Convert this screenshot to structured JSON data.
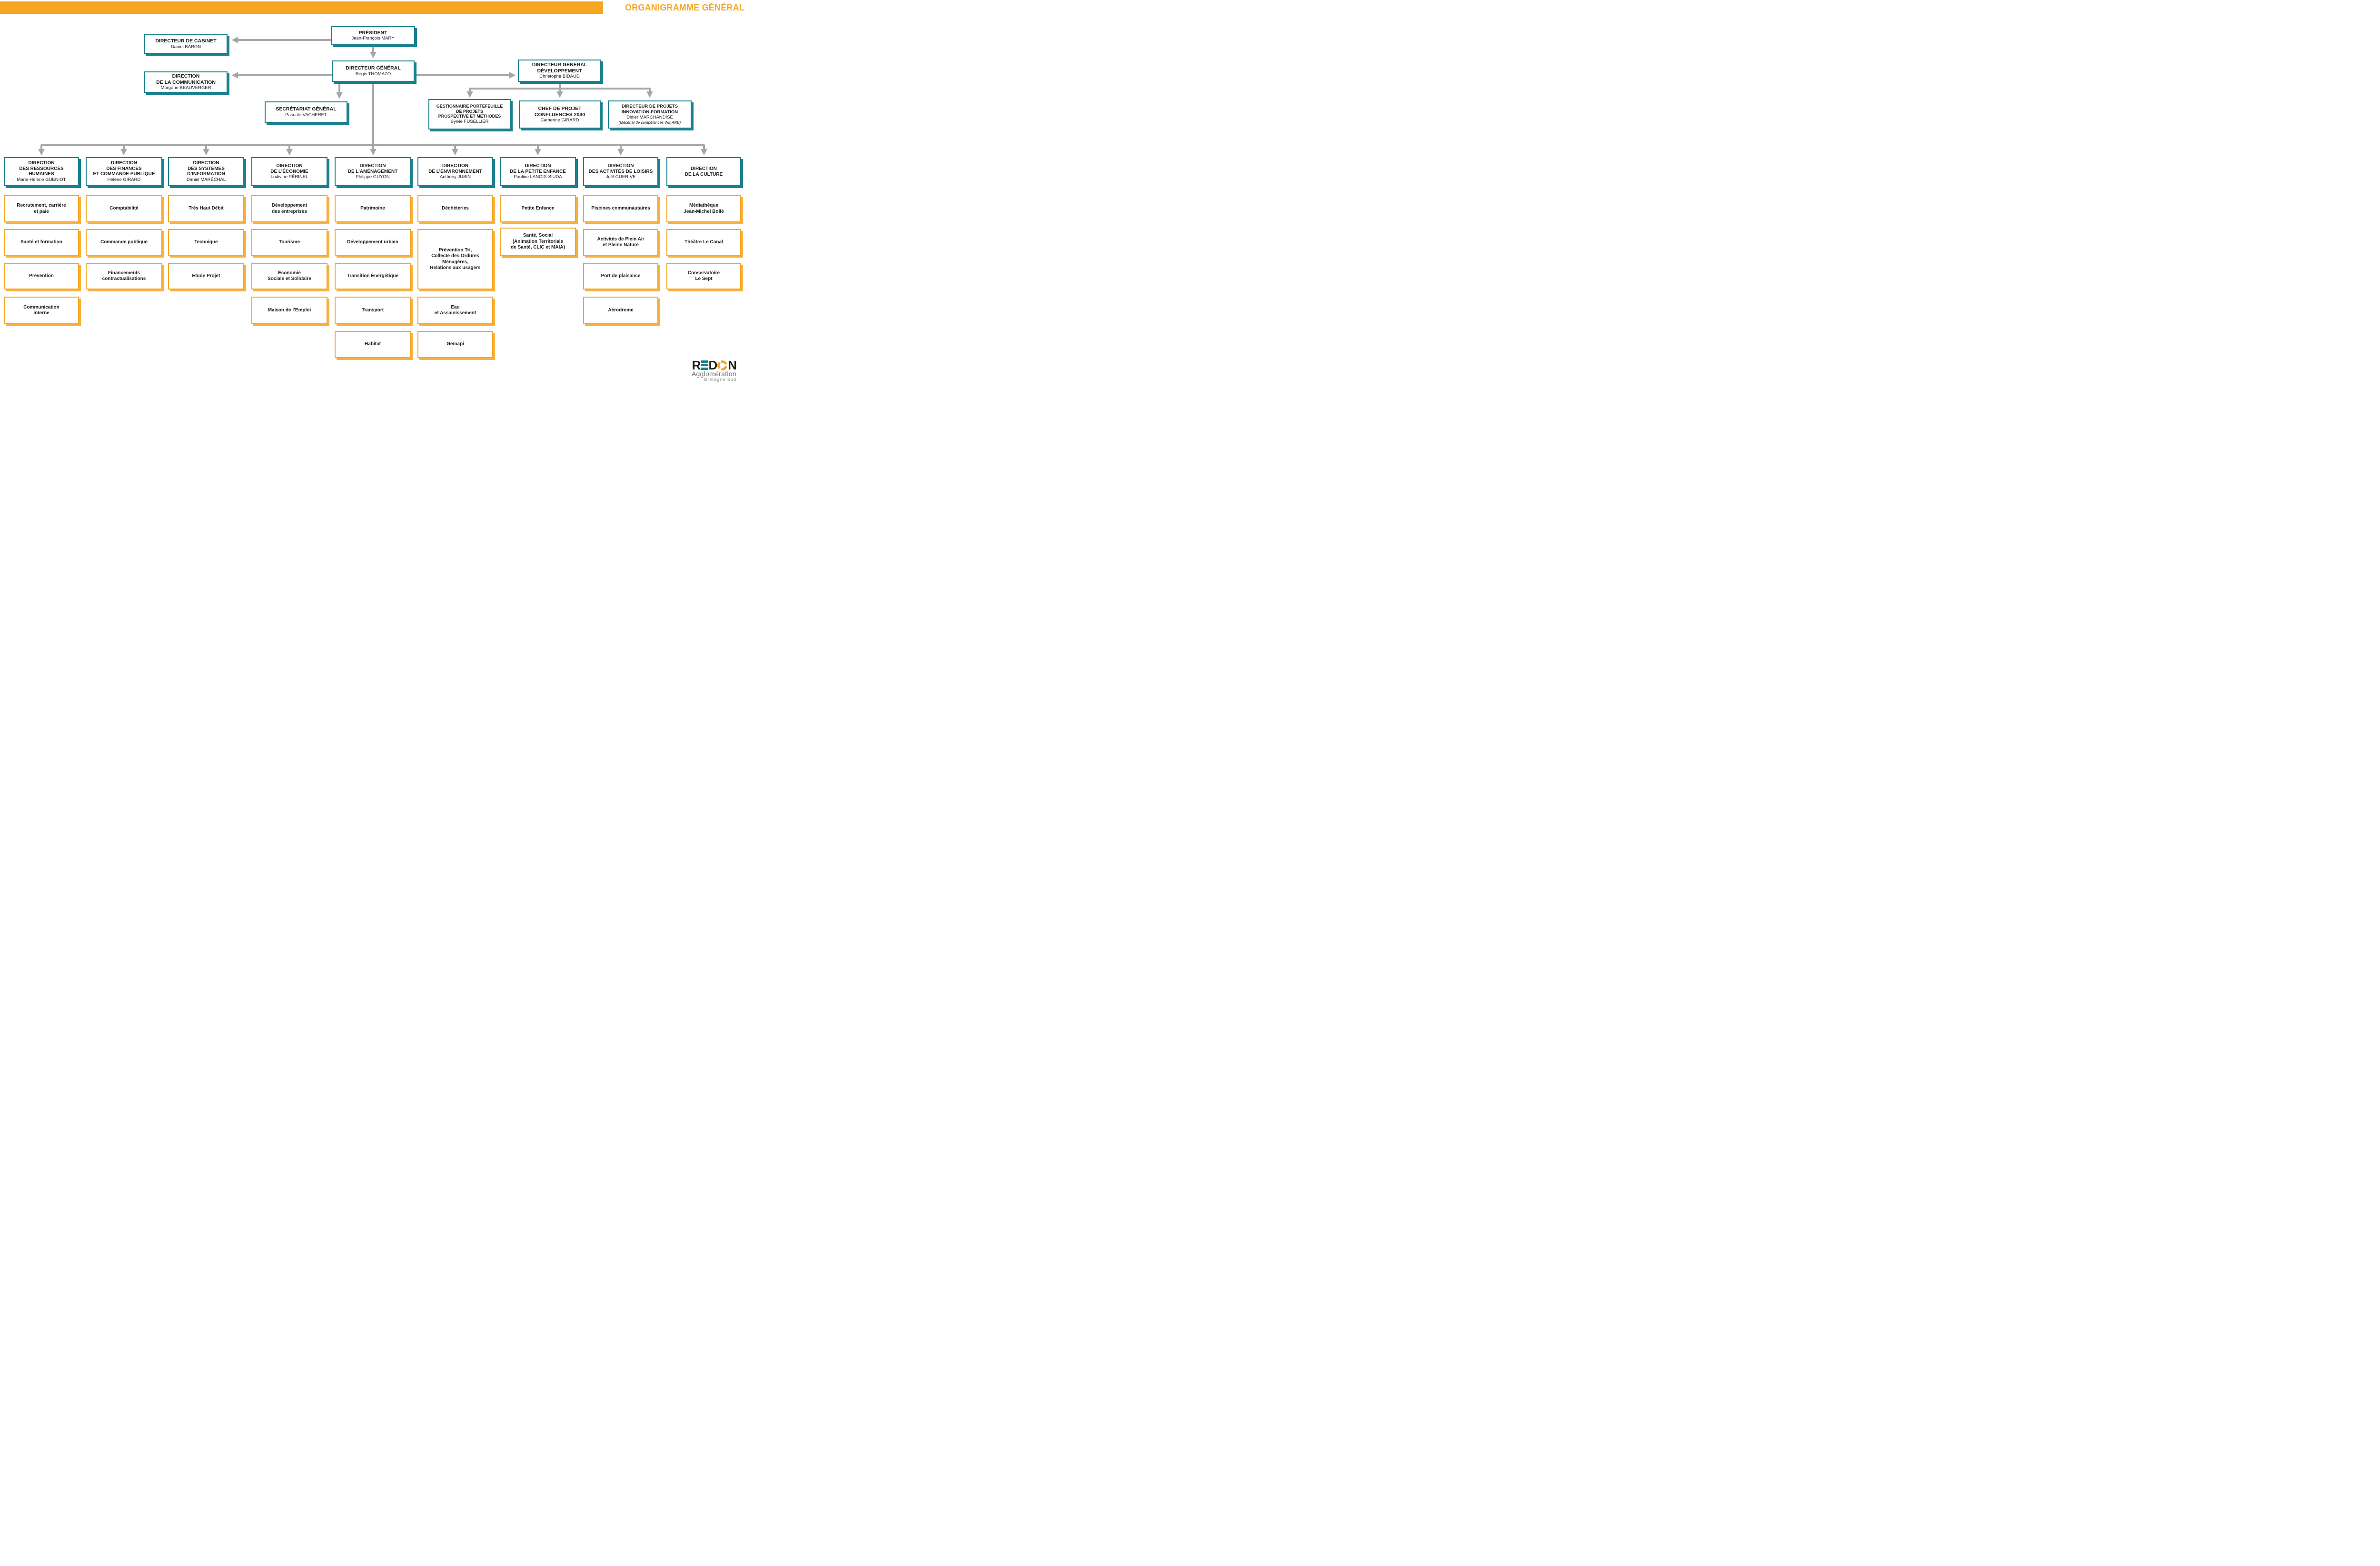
{
  "header": {
    "title": "ORGANIGRAMME GÉNÉRAL"
  },
  "colors": {
    "accent_orange": "#F6A623",
    "teal": "#18808E",
    "connector_grey": "#A6A6A6",
    "text_black": "#1A1A1A"
  },
  "nodes": {
    "president": {
      "title": "PRÉSIDENT",
      "name": "Jean-François MARY"
    },
    "cabinet": {
      "title": "DIRECTEUR DE CABINET",
      "name": "Daniel BARON"
    },
    "communication": {
      "title": "DIRECTION\nDE LA COMMUNICATION",
      "name": "Morgane BEAUVERGER"
    },
    "dg": {
      "title": "DIRECTEUR GÉNÉRAL",
      "name": "Régis THOMAZO"
    },
    "sg": {
      "title": "SECRÉTARIAT GÉNÉRAL",
      "name": "Pascale VACHERET"
    },
    "dgd": {
      "title": "DIRECTEUR GÉNÉRAL\nDÉVELOPPEMENT",
      "name": "Christophe BIDAUD"
    },
    "portefeuille": {
      "title": "GESTIONNAIRE PORTEFEUILLE\nDE PROJETS\nPROSPECTIVE ET MÉTHODES",
      "name": "Sylvie FUSELLIER"
    },
    "confluences": {
      "title": "CHEF DE PROJET\nCONFLUENCES 2030",
      "name": "Catherine GIRARD"
    },
    "innovation": {
      "title": "DIRECTEUR DE PROJETS\nINNOVATION-FORMATION",
      "name": "Didier MARCHANDISE",
      "note": "(Mécénat de compétences WE ARE)"
    }
  },
  "directions": [
    {
      "title": "DIRECTION\nDES RESSOURCES\nHUMAINES",
      "name": "Marie-Hélène GUENIOT",
      "services": [
        "Recrutement, carrière\net paie",
        "Santé et formation",
        "Prévention",
        "Communication\ninterne"
      ]
    },
    {
      "title": "DIRECTION\nDES FINANCES\nET COMMANDE PUBLIQUE",
      "name": "Hélène GIRARD",
      "services": [
        "Comptabilité",
        "Commande publique",
        "Financements\ncontractualisations"
      ]
    },
    {
      "title": "DIRECTION\nDES SYSTÈMES\nD’INFORMATION",
      "name": "Daniel MARÉCHAL",
      "services": [
        "Très Haut Débit",
        "Technique",
        "Etude Projet"
      ]
    },
    {
      "title": "DIRECTION\nDE L’ÉCONOMIE",
      "name": "Ludivine PÉRINEL",
      "services": [
        "Développement\ndes entreprises",
        "Tourisme",
        "Économie\nSociale et Solidaire",
        "Maison de l’Emploi"
      ]
    },
    {
      "title": "DIRECTION\nDE L’AMÉNAGEMENT",
      "name": "Philippe GUYON",
      "services": [
        "Patrimoine",
        "Développement urbain",
        "Transition Énergétique",
        "Transport",
        "Habitat"
      ]
    },
    {
      "title": "DIRECTION\nDE L’ENVIRONNEMENT",
      "name": "Anthony JUBIN",
      "services": [
        "Déchèteries",
        "Prévention Tri,\nCollecte des Ordures\nMénagères,\nRelations aux usagers",
        "Eau\net Assainissement",
        "Gemapi"
      ]
    },
    {
      "title": "DIRECTION\nDE LA PETITE ENFANCE",
      "name": "Pauline LANOIX-SIUDA",
      "services": [
        "Petite Enfance",
        "Santé, Social\n(Animation Territoriale\nde Santé, CLIC et MAIA)"
      ]
    },
    {
      "title": "DIRECTION\nDES ACTIVITÉS DE LOISIRS",
      "name": "Joël GUERIVE",
      "services": [
        "Piscines communautaires",
        "Activités de Plein Air\net Pleine Nature",
        "Port de plaisance",
        "Aérodrome"
      ]
    },
    {
      "title": "DIRECTION\nDE LA CULTURE",
      "name": "",
      "services": [
        "Médiathèque\nJean-Michel Bollé",
        "Théâtre Le Canal",
        "Conservatoire\nLe Sept"
      ]
    }
  ],
  "logo": {
    "letters": [
      "R",
      "E",
      "D",
      "O",
      "N"
    ],
    "line2": "Agglomération",
    "line3": "Bretagne Sud"
  }
}
